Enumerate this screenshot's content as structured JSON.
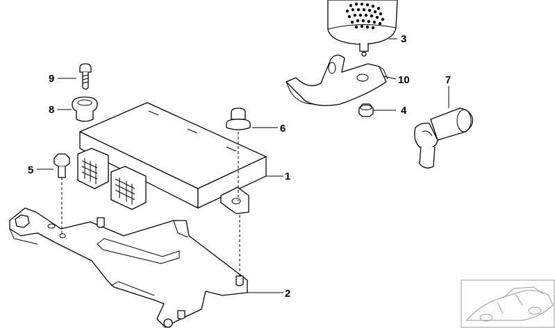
{
  "callouts": {
    "c1": "1",
    "c2": "2",
    "c3": "3",
    "c4": "4",
    "c5": "5",
    "c6": "6",
    "c7": "7",
    "c8": "8",
    "c9": "9",
    "c10": "10"
  },
  "colors": {
    "line": "#000000",
    "background": "#ffffff",
    "thumbnail": "#9a9a9a"
  }
}
